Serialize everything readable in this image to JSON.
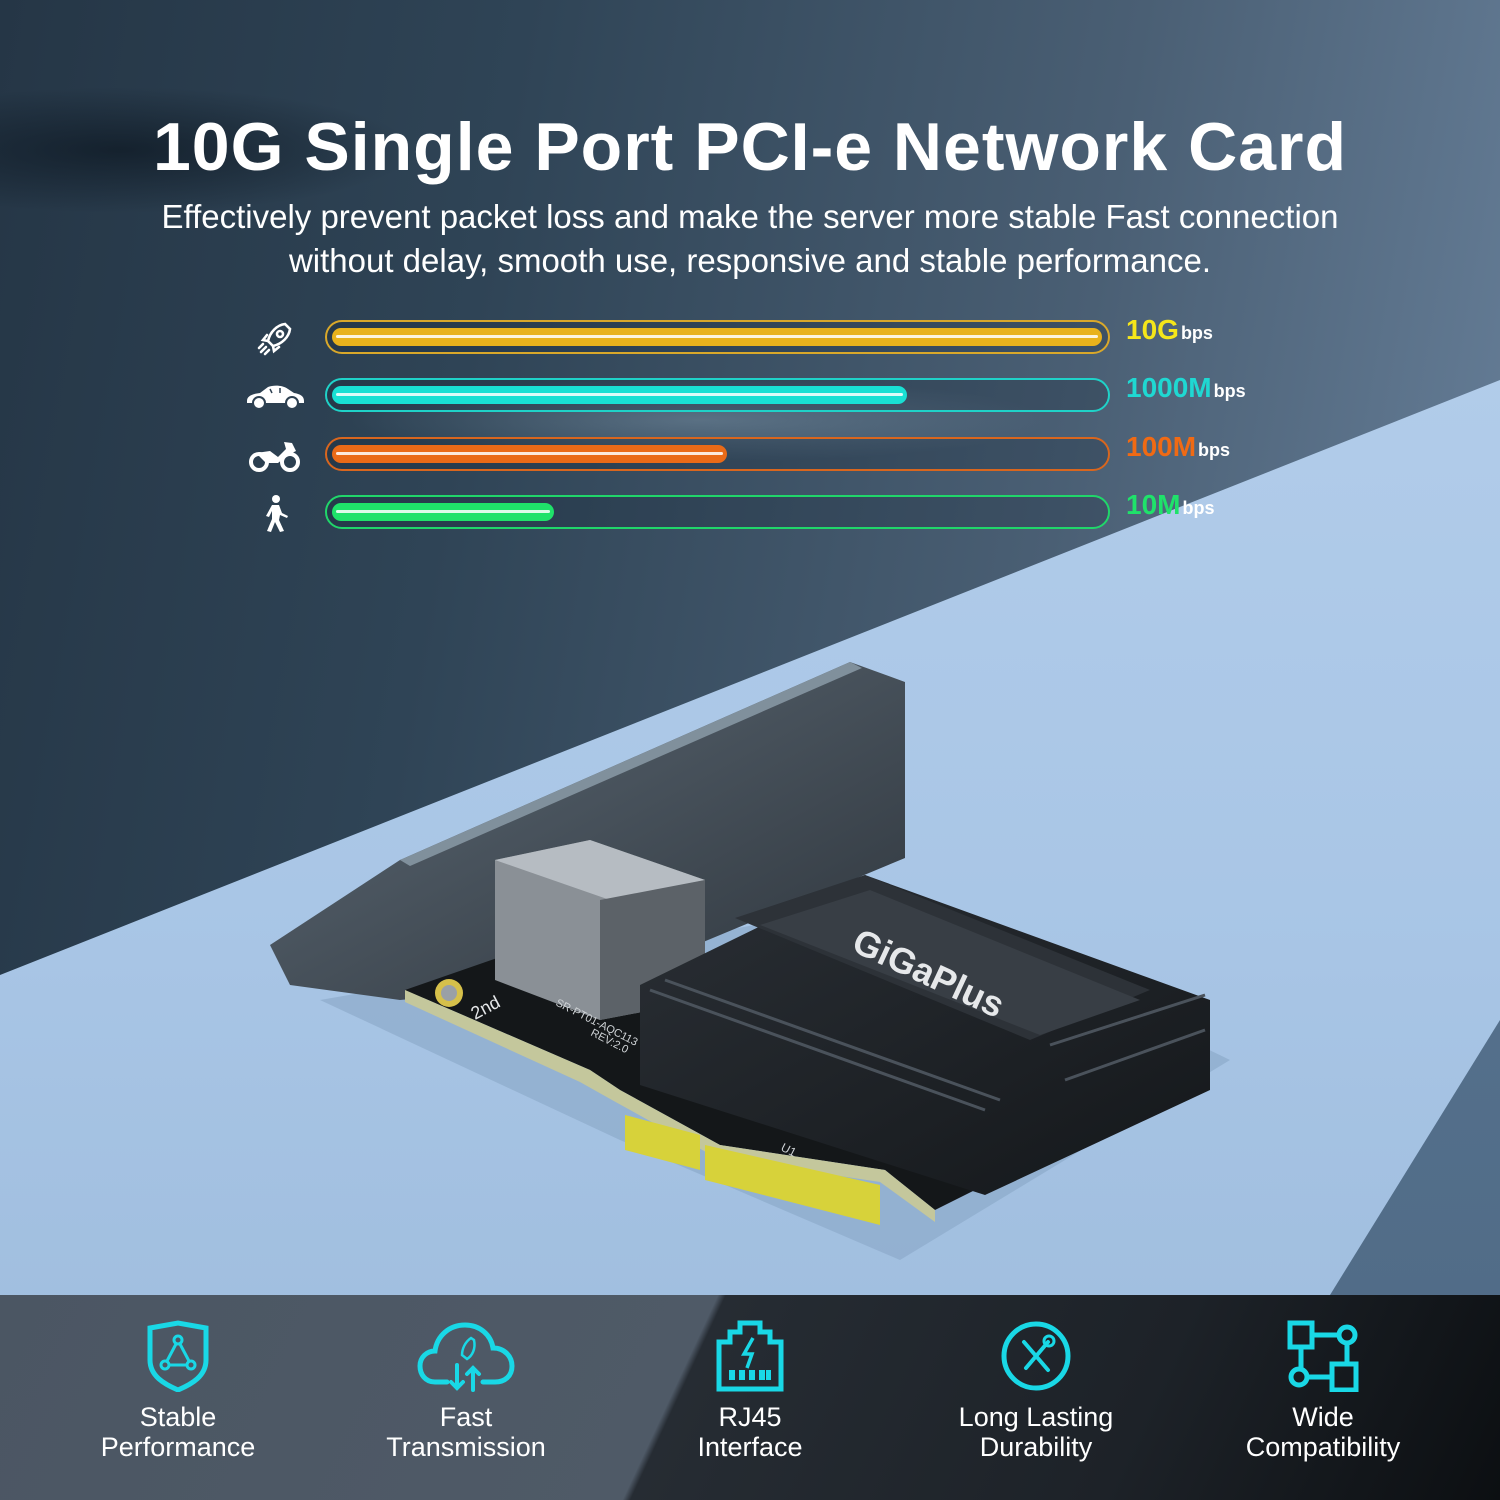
{
  "header": {
    "title": "10G Single Port PCI-e Network Card",
    "subtitle_line1": "Effectively prevent packet loss and make the server more stable Fast connection",
    "subtitle_line2": "without delay, smooth use, responsive and stable performance."
  },
  "speeds": [
    {
      "icon": "rocket-icon",
      "value": "10G",
      "unit": "bps",
      "color": "#e8b21c",
      "fill_pct": 98.5
    },
    {
      "icon": "car-icon",
      "value": "1000M",
      "unit": "bps",
      "color": "#19e0d4",
      "fill_pct": 73.5
    },
    {
      "icon": "motorcycle-icon",
      "value": "100M",
      "unit": "bps",
      "color": "#ea6a17",
      "fill_pct": 50.5
    },
    {
      "icon": "walking-person-icon",
      "value": "10M",
      "unit": "bps",
      "color": "#1fe26a",
      "fill_pct": 28.5
    }
  ],
  "product": {
    "brand": "GiGaPlus",
    "pcb_marking": "SR-PT01-AQC113",
    "revision": "REV:2.0",
    "slot_label": "2nd",
    "chip_label": "U1"
  },
  "features": [
    {
      "icon": "shield-network-icon",
      "line1": "Stable",
      "line2": "Performance"
    },
    {
      "icon": "cloud-rocket-icon",
      "line1": "Fast",
      "line2": "Transmission"
    },
    {
      "icon": "rj45-port-icon",
      "line1": "RJ45",
      "line2": "Interface"
    },
    {
      "icon": "tools-icon",
      "line1": "Long Lasting",
      "line2": "Durability"
    },
    {
      "icon": "network-nodes-icon",
      "line1": "Wide",
      "line2": "Compatibility"
    }
  ],
  "colors": {
    "accent": "#19d8e6"
  }
}
